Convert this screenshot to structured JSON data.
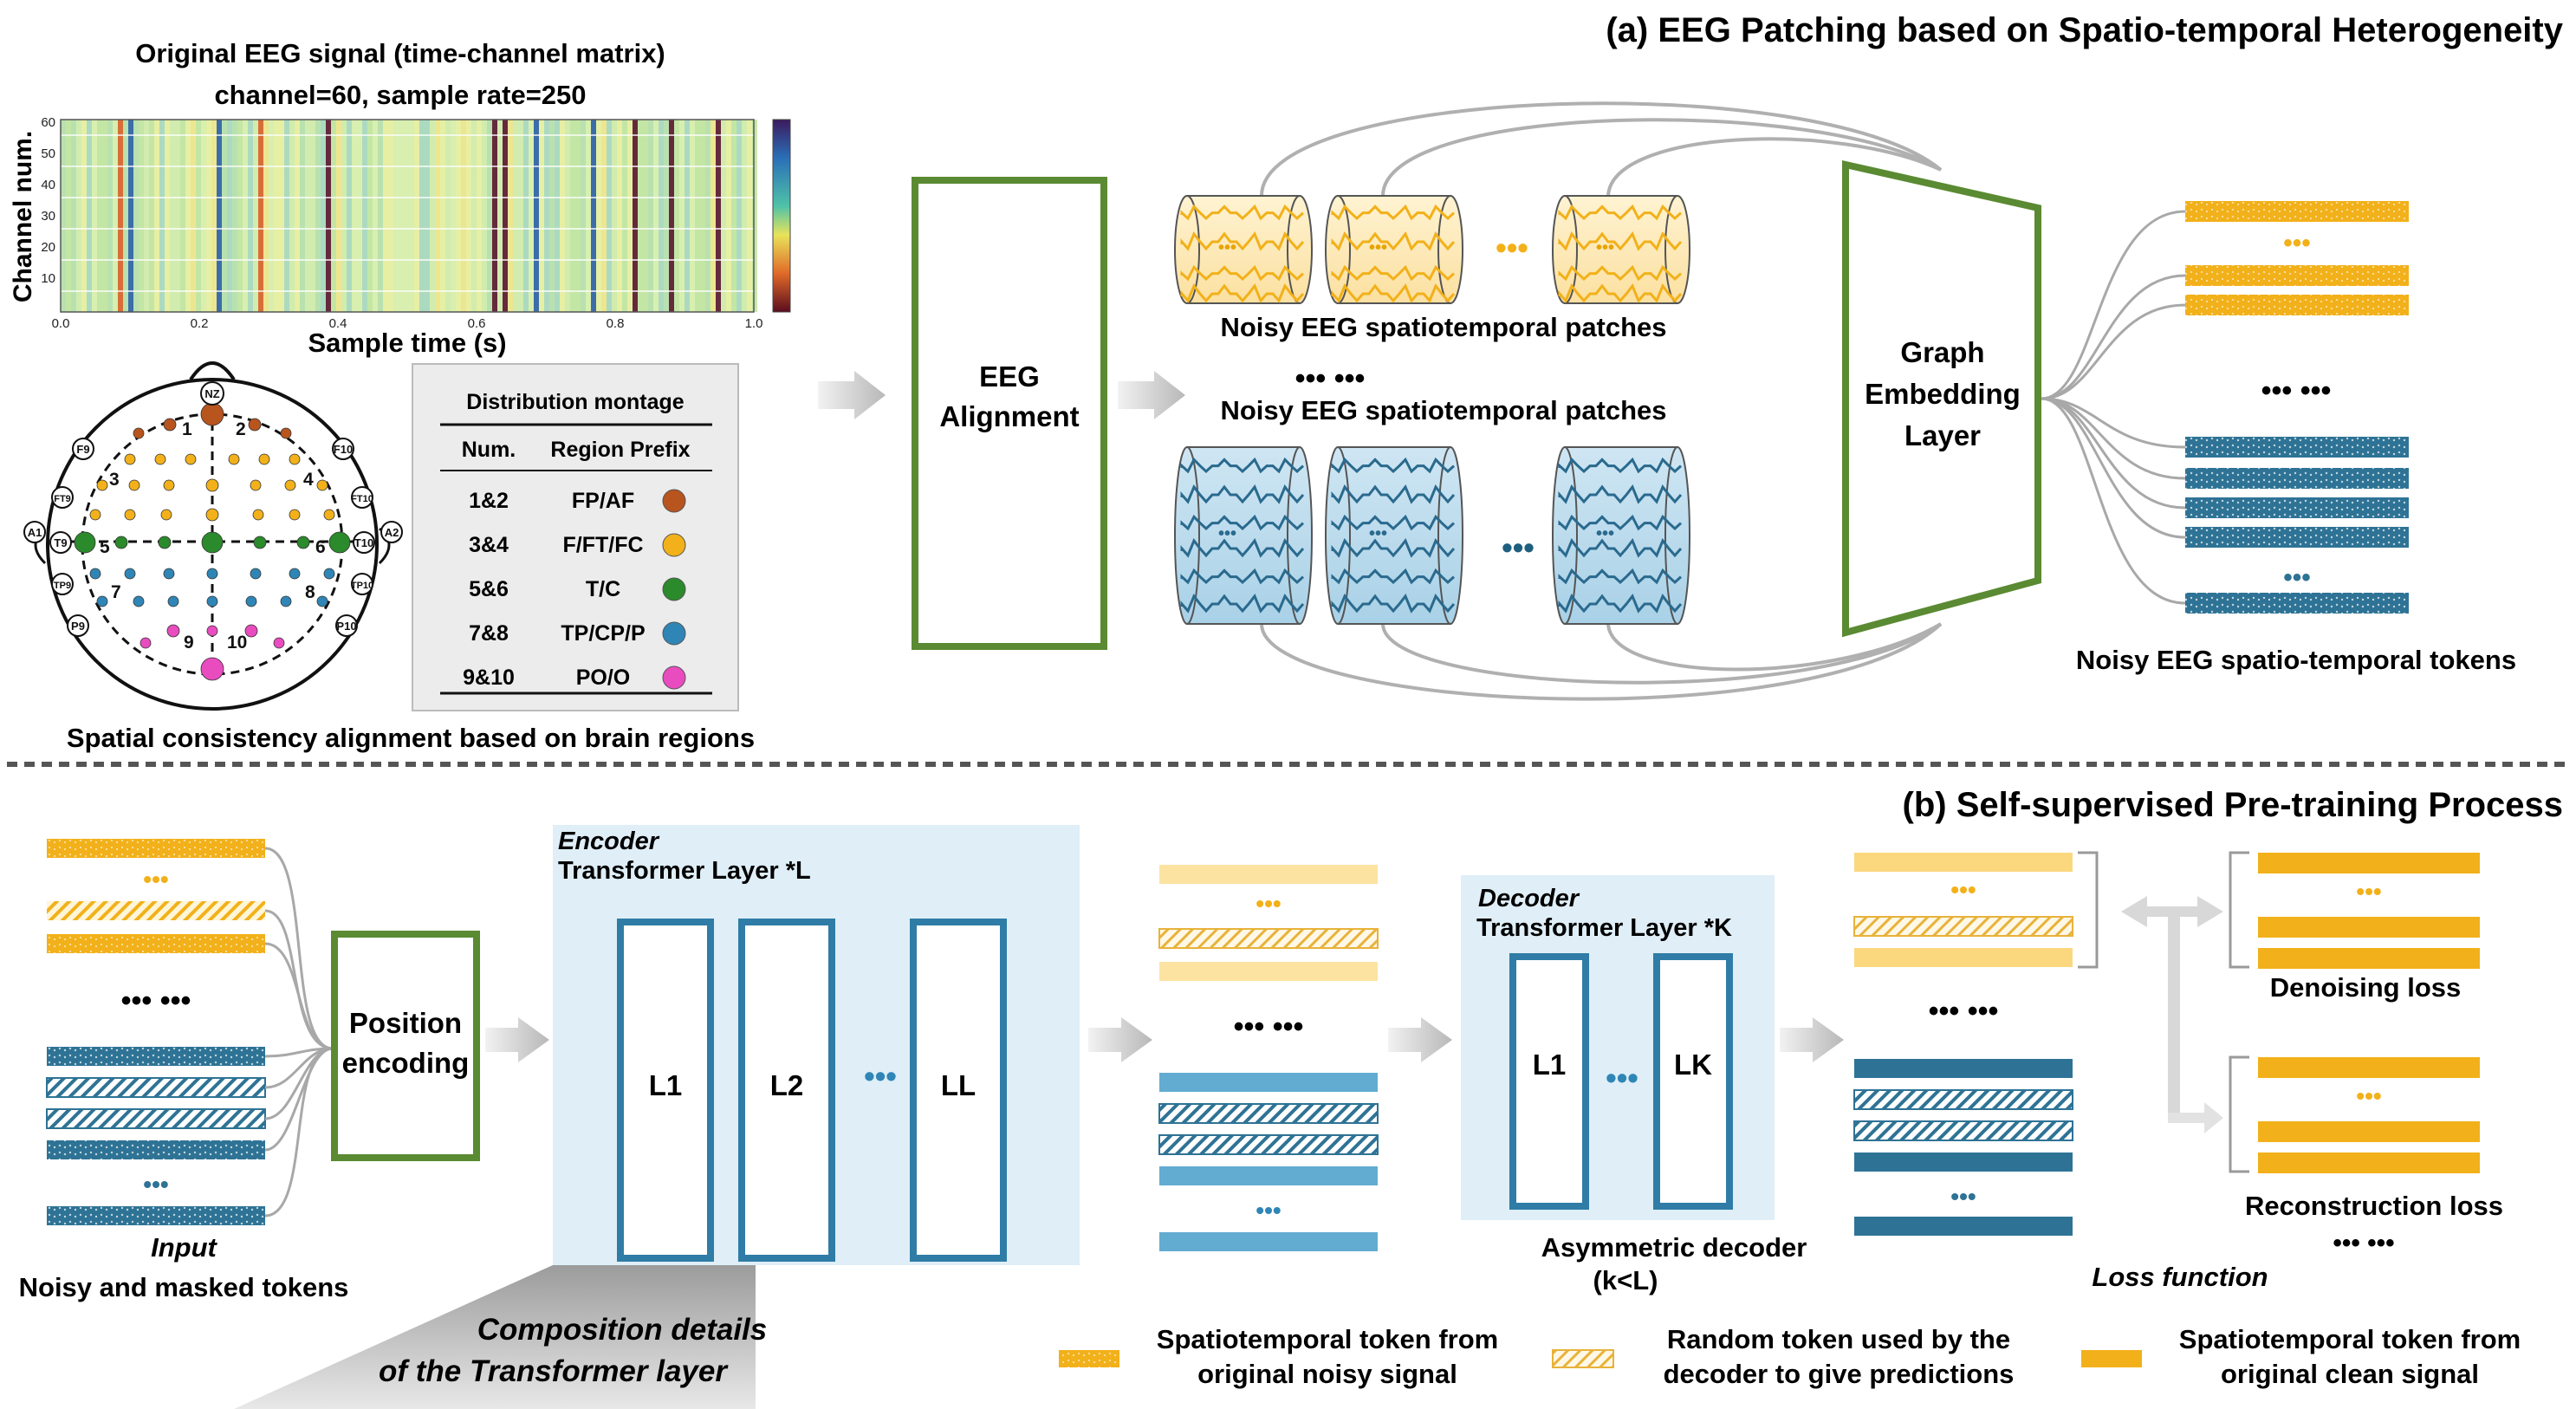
{
  "section_a": {
    "title": "(a) EEG Patching based on Spatio-temporal Heterogeneity"
  },
  "section_b": {
    "title": "(b) Self-supervised Pre-training Process"
  },
  "eeg_signal": {
    "title_line1": "Original EEG signal (time-channel matrix)",
    "title_line2": "channel=60, sample rate=250",
    "ylabel": "Channel num.",
    "xlabel": "Sample time (s)",
    "y_ticks": [
      "60",
      "50",
      "40",
      "30",
      "20",
      "10"
    ],
    "x_ticks": [
      "0.0",
      "0.2",
      "0.4",
      "0.6",
      "0.8",
      "1.0"
    ]
  },
  "head_map": {
    "caption": "Spatial consistency alignment based on brain regions",
    "region_numbers": [
      "1",
      "2",
      "3",
      "4",
      "5",
      "6",
      "7",
      "8",
      "9",
      "10"
    ],
    "electrodes": [
      "NZ",
      "F9",
      "F10",
      "FT9",
      "FT10",
      "A1",
      "A2",
      "T9",
      "T10",
      "TP9",
      "TP10",
      "P9",
      "P10"
    ]
  },
  "montage": {
    "title": "Distribution montage",
    "headers": [
      "Num.",
      "Region Prefix"
    ],
    "rows": [
      {
        "num": "1&2",
        "prefix": "FP/AF",
        "color": "#b8541e"
      },
      {
        "num": "3&4",
        "prefix": "F/FT/FC",
        "color": "#f2b11a"
      },
      {
        "num": "5&6",
        "prefix": "T/C",
        "color": "#2b8a2b"
      },
      {
        "num": "7&8",
        "prefix": "TP/CP/P",
        "color": "#2f86b6"
      },
      {
        "num": "9&10",
        "prefix": "PO/O",
        "color": "#e84cbf"
      }
    ]
  },
  "alignment": {
    "label_line1": "EEG",
    "label_line2": "Alignment"
  },
  "patches": {
    "label_yellow": "Noisy EEG spatiotemporal patches",
    "label_blue": "Noisy EEG spatiotemporal patches",
    "dots": "•••  •••",
    "ellipsis": "•••"
  },
  "graph_layer": {
    "line1": "Graph",
    "line2": "Embedding",
    "line3": "Layer"
  },
  "tokens_a": {
    "label": "Noisy EEG spatio-temporal tokens"
  },
  "input": {
    "label_italic": "Input",
    "label": "Noisy and masked tokens"
  },
  "position_encoding": {
    "line1": "Position",
    "line2": "encoding"
  },
  "encoder": {
    "title_italic": "Encoder",
    "title": "Transformer Layer *L",
    "layers": [
      "L1",
      "L2",
      "LL"
    ]
  },
  "composition": {
    "line1": "Composition details",
    "line2": "of the Transformer layer"
  },
  "decoder": {
    "title_italic": "Decoder",
    "title": "Transformer Layer *K",
    "layers": [
      "L1",
      "LK"
    ],
    "caption_line1": "Asymmetric decoder",
    "caption_line2": "(k<L)"
  },
  "loss": {
    "denoising": "Denoising loss",
    "reconstruction": "Reconstruction loss",
    "function": "Loss function"
  },
  "legend": [
    {
      "line1": "Spatiotemporal token from",
      "line2": "original noisy signal"
    },
    {
      "line1": "Random token used by the",
      "line2": "decoder to give predictions"
    },
    {
      "line1": "Spatiotemporal token from",
      "line2": "original clean signal"
    }
  ],
  "colors": {
    "yellow": "#f2b11a",
    "light_yellow": "#fde3a2",
    "teal": "#2e7395",
    "light_blue": "#62acd2",
    "green_border": "#5a8a32",
    "panel_bg": "#dfeef7",
    "layer_border": "#2f7ca6"
  }
}
